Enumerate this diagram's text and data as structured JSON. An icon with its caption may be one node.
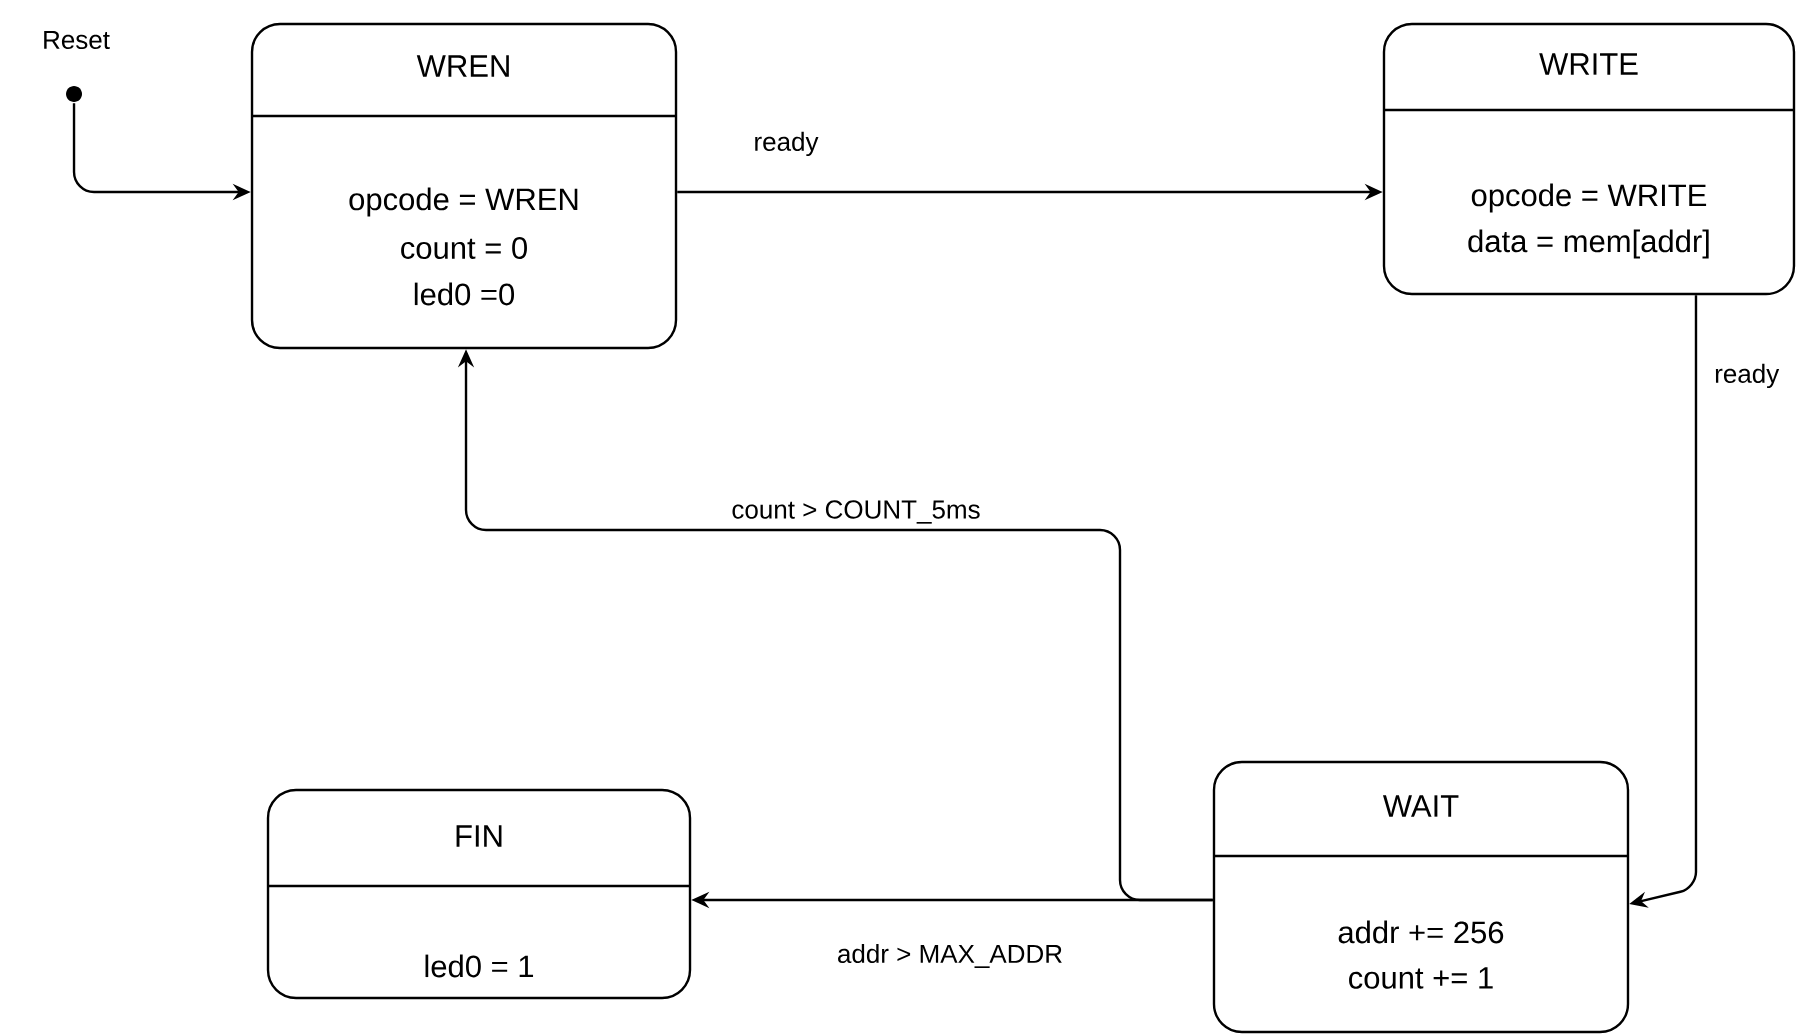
{
  "diagram": {
    "nodes": [
      {
        "text": [],
        "shape": "circle",
        "beside": [
          "Reset"
        ]
      },
      {
        "text": [
          "WREN",
          "opcode = WREN",
          "count = 0",
          "led0 =0"
        ]
      },
      {
        "text": [
          "WRITE",
          "opcode = WRITE",
          "data = mem[addr]"
        ]
      },
      {
        "text": [
          "WAIT",
          "addr += 256",
          "count += 1"
        ]
      },
      {
        "text": [
          "FIN",
          "led0 = 1"
        ]
      }
    ],
    "edges": [
      {
        "from": 0,
        "to": 1,
        "arrow": "to"
      },
      {
        "from": 1,
        "to": 2,
        "arrow": "to",
        "label": "ready"
      },
      {
        "from": 2,
        "to": 3,
        "arrow": "to",
        "label": "ready"
      },
      {
        "from": 3,
        "to": 1,
        "arrow": "to",
        "label": "count > COUNT_5ms"
      },
      {
        "from": 3,
        "to": 4,
        "arrow": "to",
        "label": "addr > MAX_ADDR"
      }
    ]
  }
}
